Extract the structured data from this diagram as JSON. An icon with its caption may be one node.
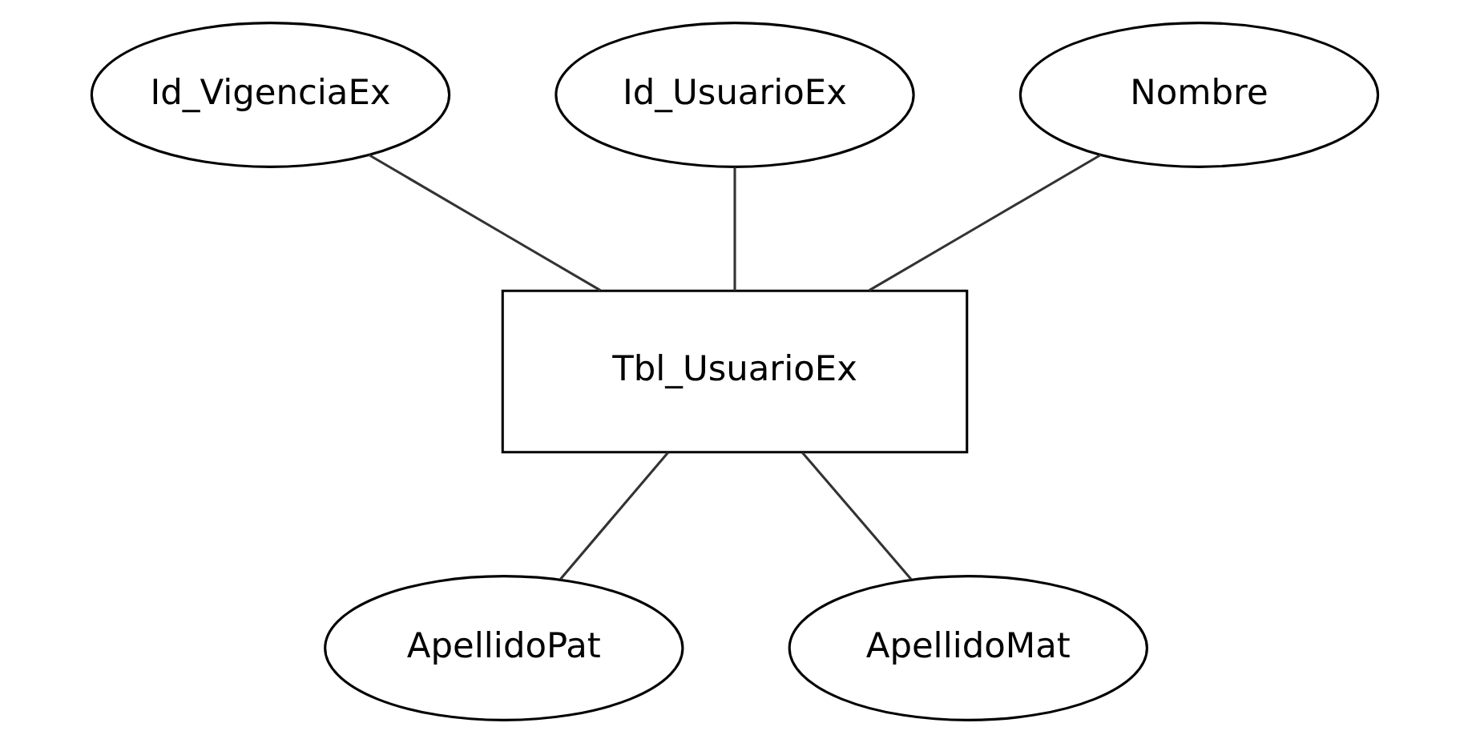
{
  "diagram": {
    "nodes": [
      {
        "text": [
          "Id_UsuarioEx"
        ]
      },
      {
        "text": [
          "Id_VigenciaEx"
        ]
      },
      {
        "text": [
          "Nombre"
        ]
      },
      {
        "text": [
          "Tbl_UsuarioEx"
        ]
      },
      {
        "text": [
          "ApellidoPat"
        ]
      },
      {
        "text": [
          "ApellidoMat"
        ]
      }
    ],
    "edges": [
      {
        "from": 1,
        "to": 3,
        "arrow": "none"
      },
      {
        "from": 0,
        "to": 3,
        "arrow": "none"
      },
      {
        "from": 2,
        "to": 3,
        "arrow": "none"
      },
      {
        "from": 3,
        "to": 4,
        "arrow": "none"
      },
      {
        "from": 3,
        "to": 5,
        "arrow": "none"
      }
    ]
  }
}
